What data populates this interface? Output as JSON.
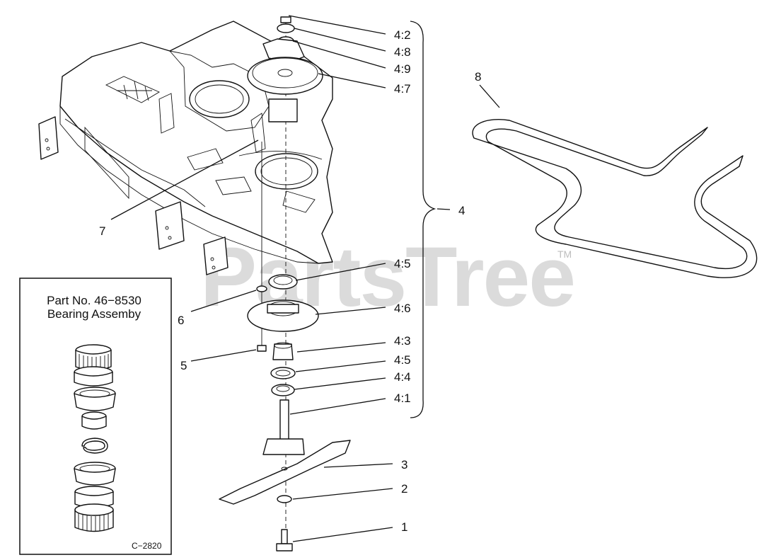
{
  "inset": {
    "part_no": "Part No. 46−8530",
    "title": "Bearing Assemby",
    "code": "C−2820"
  },
  "watermark": {
    "text": "PartsTree",
    "tm": "TM"
  },
  "callouts": {
    "c42": "4:2",
    "c48": "4:8",
    "c49": "4:9",
    "c47": "4:7",
    "c4": "4",
    "c8": "8",
    "c7": "7",
    "c45a": "4:5",
    "c6": "6",
    "c46": "4:6",
    "c43": "4:3",
    "c5": "5",
    "c45b": "4:5",
    "c44": "4:4",
    "c41": "4:1",
    "c3": "3",
    "c2": "2",
    "c1": "1"
  }
}
